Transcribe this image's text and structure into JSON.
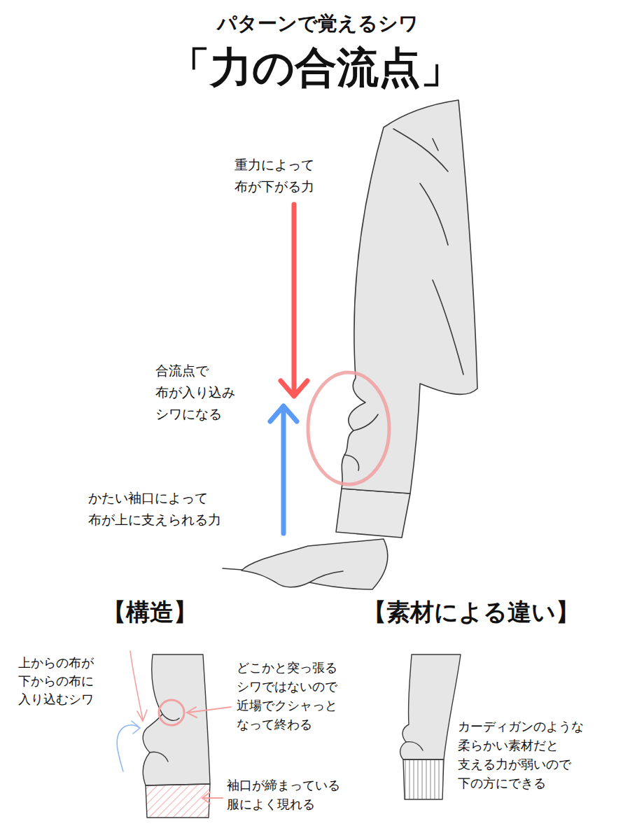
{
  "diagram": {
    "title": "「力の合流点」",
    "labels": [
      "パターンで覚えるシワ",
      "重力によって 布が下がる力",
      "合流点で 布が入り込み シワになる",
      "かたい袖口によって 布が上に支えられる力",
      "【構造】",
      "【素材による違い】",
      "上からの布が 下からの布に 入り込むシワ",
      "どこかと突っ張る シワではないので 近場でクシャっと なって終わる",
      "袖口が締まっている 服によく現れる",
      "カーディガンのような 柔らかい素材だと 支える力が弱いので 下の方にできる"
    ]
  }
}
